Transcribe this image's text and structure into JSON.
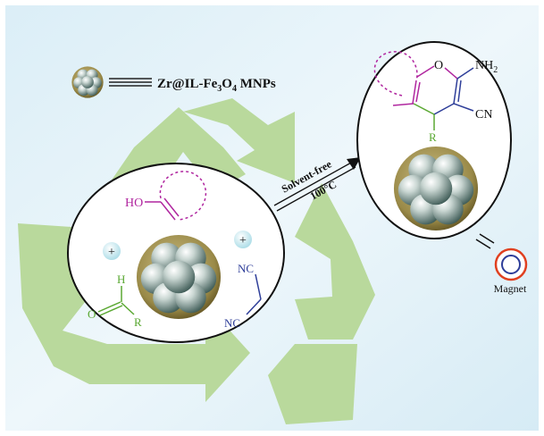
{
  "legend": {
    "catalyst_prefix": "Zr@IL-Fe",
    "sub1": "3",
    "mid": "O",
    "sub2": "4",
    "suffix": " MNPs"
  },
  "reaction": {
    "condition_top": "Solvent-free",
    "condition_bottom": "100°C"
  },
  "reactants": {
    "enol_label": "HO",
    "aldehyde_h": "H",
    "aldehyde_o": "O",
    "aldehyde_r": "R",
    "plus_left": "+",
    "plus_right": "+",
    "nitrile_top": "NC",
    "nitrile_bottom": "NC"
  },
  "product": {
    "ring_o": "O",
    "nh": "NH",
    "nh_sub": "2",
    "cn": "CN",
    "r": "R"
  },
  "magnet": {
    "label": "Magnet"
  },
  "colors": {
    "purple": "#b0269f",
    "green": "#5aa832",
    "blue": "#2e3e99",
    "recycle": "#b9d99c",
    "magnet_ring": "#e04020",
    "shell": "#8a7a3a"
  }
}
